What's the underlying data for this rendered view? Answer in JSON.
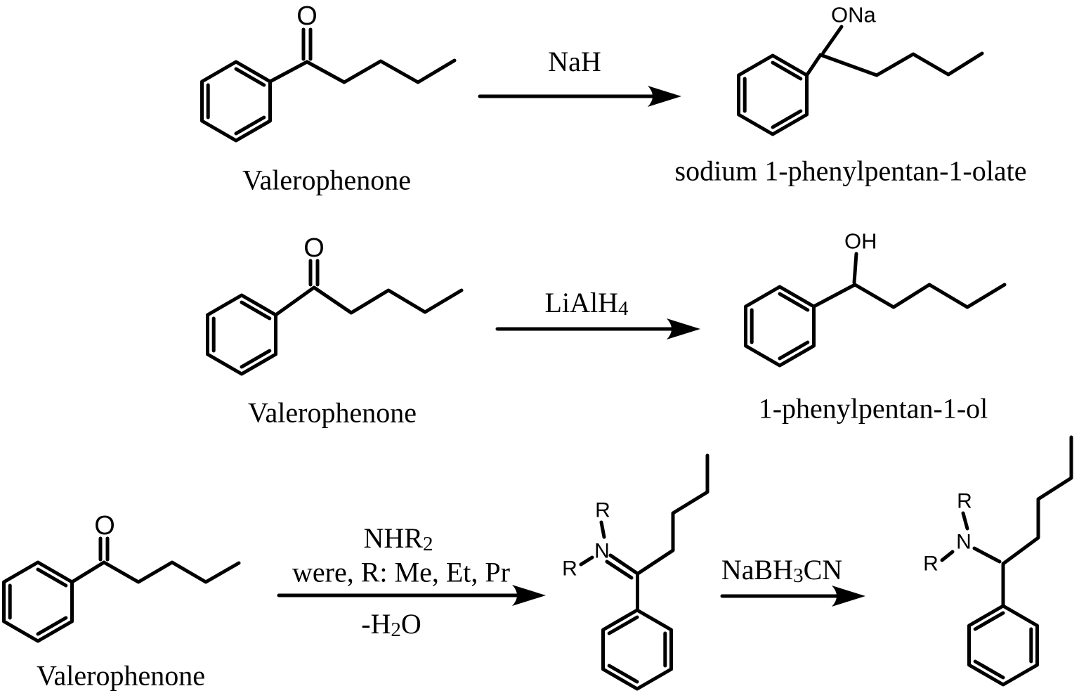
{
  "background": "#ffffff",
  "ink_color": "#000000",
  "atoms": {
    "carbonyl_oxygen": "O",
    "alkoxide_group": "ONa",
    "hydroxyl_group": "OH",
    "nitrogen": "N",
    "r_group": "R"
  },
  "reactions": [
    {
      "reactant_name": "Valerophenone",
      "reagent_above": {
        "base": "NaH",
        "sub": "",
        "tail": ""
      },
      "product_name": "sodium 1-phenylpentan-1-olate"
    },
    {
      "reactant_name": "Valerophenone",
      "reagent_above": {
        "base": "LiAlH",
        "sub": "4",
        "tail": ""
      },
      "product_name": "1-phenylpentan-1-ol"
    },
    {
      "reactant_name": "Valerophenone",
      "step1_above_line1": {
        "base": "NHR",
        "sub": "2",
        "tail": ""
      },
      "step1_above_line2": "were, R: Me, Et, Pr",
      "step1_below": {
        "base": "-H",
        "sub": "2",
        "tail": "O"
      },
      "step2_above": {
        "base": "NaBH",
        "sub": "3",
        "tail": "CN"
      }
    }
  ]
}
